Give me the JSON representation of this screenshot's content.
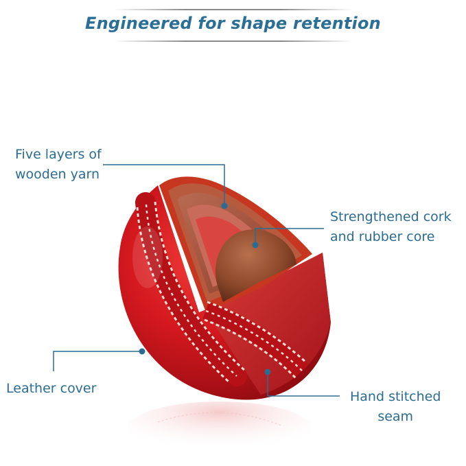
{
  "header": {
    "title": "Engineered for shape retention"
  },
  "callouts": {
    "layers": {
      "line1": "Five layers of",
      "line2": "wooden yarn"
    },
    "core": {
      "line1": "Strengthened cork",
      "line2": "and rubber core"
    },
    "cover": {
      "line1": "Leather cover"
    },
    "seam": {
      "line1": "Hand stitched",
      "line2": "seam"
    }
  },
  "colors": {
    "accent": "#2a6c92",
    "leather_red": "#c8141c",
    "stitch": "#f4d6cf",
    "cork": "#8e4a2c"
  },
  "image": {
    "subject": "cricket-ball-cutaway",
    "icon": "cricket-ball-icon"
  }
}
